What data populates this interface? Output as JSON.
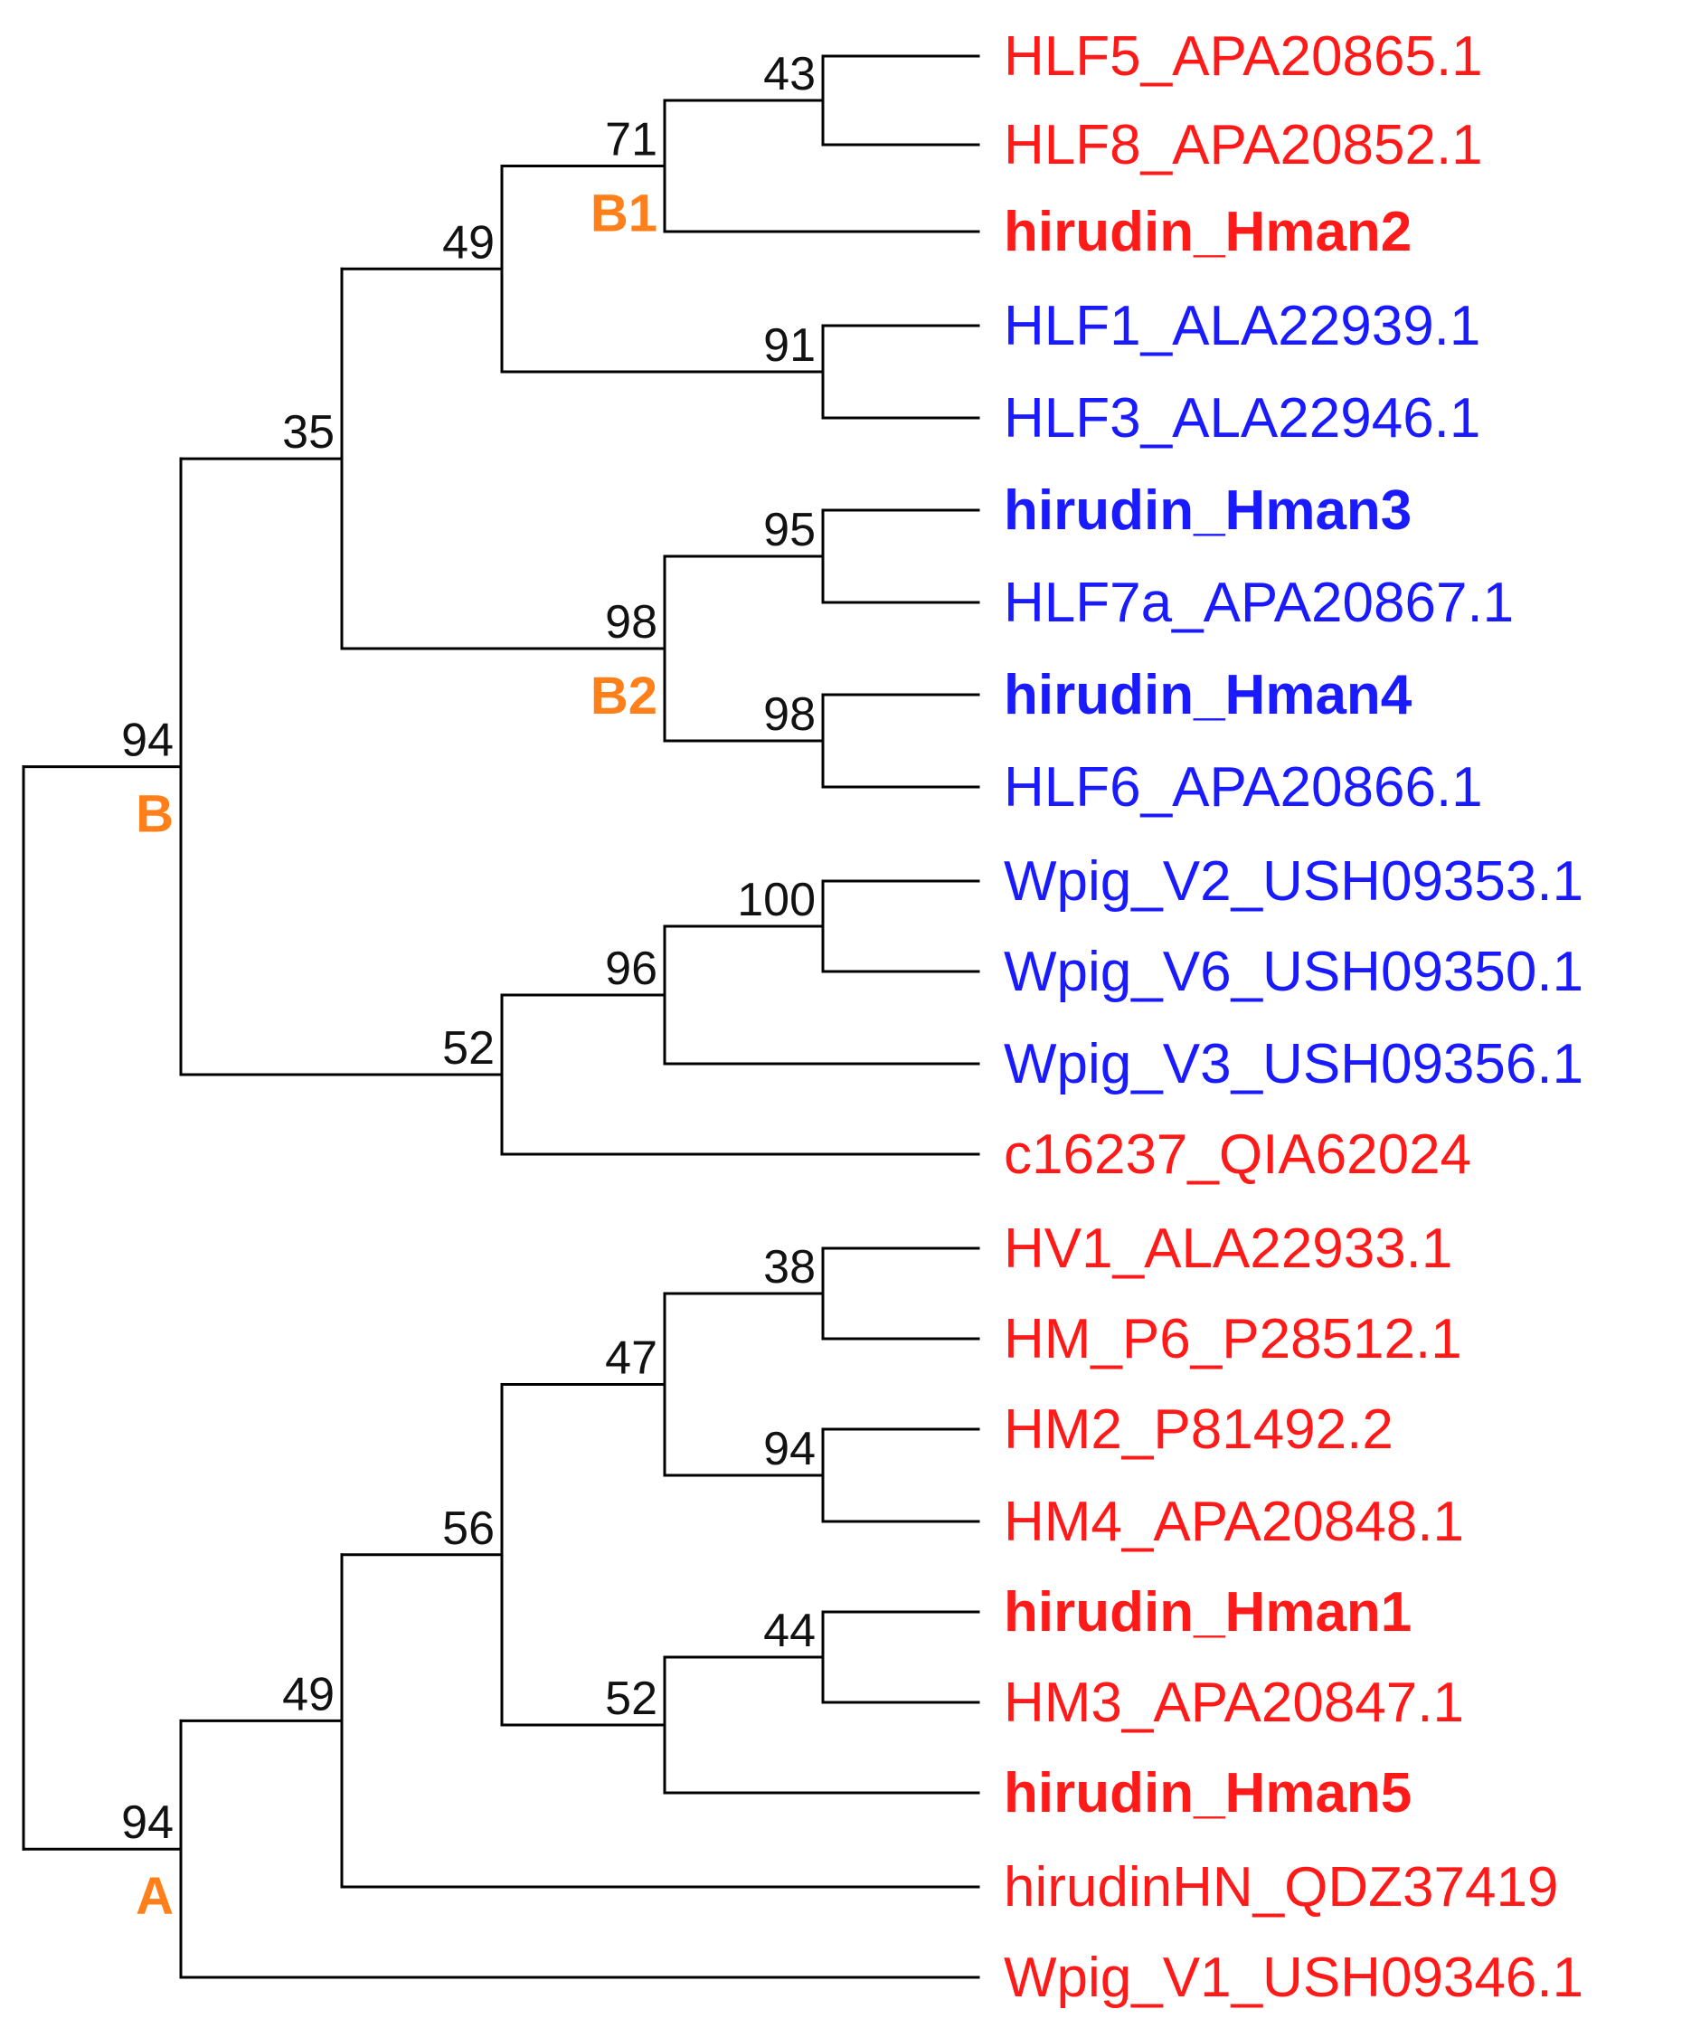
{
  "colors": {
    "red": "#ff1a1a",
    "blue": "#1a1aff",
    "orange": "#ff7f1a",
    "branch": "#000000"
  },
  "leaves": [
    {
      "label": "HLF5_APA20865.1",
      "color": "red",
      "bold": false
    },
    {
      "label": "HLF8_APA20852.1",
      "color": "red",
      "bold": false
    },
    {
      "label": "hirudin_Hman2",
      "color": "red",
      "bold": true
    },
    {
      "label": "HLF1_ALA22939.1",
      "color": "blue",
      "bold": false
    },
    {
      "label": "HLF3_ALA22946.1",
      "color": "blue",
      "bold": false
    },
    {
      "label": "hirudin_Hman3",
      "color": "blue",
      "bold": true
    },
    {
      "label": "HLF7a_APA20867.1",
      "color": "blue",
      "bold": false
    },
    {
      "label": "hirudin_Hman4",
      "color": "blue",
      "bold": true
    },
    {
      "label": "HLF6_APA20866.1",
      "color": "blue",
      "bold": false
    },
    {
      "label": "Wpig_V2_USH09353.1",
      "color": "blue",
      "bold": false
    },
    {
      "label": "Wpig_V6_USH09350.1",
      "color": "blue",
      "bold": false
    },
    {
      "label": "Wpig_V3_USH09356.1",
      "color": "blue",
      "bold": false
    },
    {
      "label": "c16237_QIA62024",
      "color": "red",
      "bold": false
    },
    {
      "label": "HV1_ALA22933.1",
      "color": "red",
      "bold": false
    },
    {
      "label": "HM_P6_P28512.1",
      "color": "red",
      "bold": false
    },
    {
      "label": "HM2_P81492.2",
      "color": "red",
      "bold": false
    },
    {
      "label": "HM4_APA20848.1",
      "color": "red",
      "bold": false
    },
    {
      "label": "hirudin_Hman1",
      "color": "red",
      "bold": true
    },
    {
      "label": "HM3_APA20847.1",
      "color": "red",
      "bold": false
    },
    {
      "label": "hirudin_Hman5",
      "color": "red",
      "bold": true
    },
    {
      "label": "hirudinHN_QDZ37419",
      "color": "red",
      "bold": false
    },
    {
      "label": "Wpig_V1_USH09346.1",
      "color": "red",
      "bold": false
    }
  ],
  "nodes": [
    {
      "id": "n43",
      "support": "43",
      "children": [
        0,
        1
      ]
    },
    {
      "id": "n71",
      "support": "71",
      "children": [
        "n43",
        2
      ]
    },
    {
      "id": "n91",
      "support": "91",
      "children": [
        3,
        4
      ]
    },
    {
      "id": "n49b",
      "support": "49",
      "children": [
        "n71",
        "n91"
      ]
    },
    {
      "id": "n95",
      "support": "95",
      "children": [
        5,
        6
      ]
    },
    {
      "id": "n98b",
      "support": "98",
      "children": [
        7,
        8
      ]
    },
    {
      "id": "n98a",
      "support": "98",
      "children": [
        "n95",
        "n98b"
      ]
    },
    {
      "id": "n35",
      "support": "35",
      "children": [
        "n49b",
        "n98a"
      ]
    },
    {
      "id": "n100",
      "support": "100",
      "children": [
        9,
        10
      ]
    },
    {
      "id": "n96",
      "support": "96",
      "children": [
        "n100",
        11
      ]
    },
    {
      "id": "n52b",
      "support": "52",
      "children": [
        "n96",
        12
      ]
    },
    {
      "id": "n94b",
      "support": "94",
      "children": [
        "n35",
        "n52b"
      ]
    },
    {
      "id": "n38",
      "support": "38",
      "children": [
        13,
        14
      ]
    },
    {
      "id": "n94c",
      "support": "94",
      "children": [
        15,
        16
      ]
    },
    {
      "id": "n47",
      "support": "47",
      "children": [
        "n38",
        "n94c"
      ]
    },
    {
      "id": "n44",
      "support": "44",
      "children": [
        17,
        18
      ]
    },
    {
      "id": "n52a",
      "support": "52",
      "children": [
        "n44",
        19
      ]
    },
    {
      "id": "n56",
      "support": "56",
      "children": [
        "n47",
        "n52a"
      ]
    },
    {
      "id": "n49a",
      "support": "49",
      "children": [
        "n56",
        20
      ]
    },
    {
      "id": "n94a",
      "support": "94",
      "children": [
        "n49a",
        21
      ]
    },
    {
      "id": "root",
      "support": "",
      "children": [
        "n94b",
        "n94a"
      ]
    }
  ],
  "clades": [
    {
      "label": "B1",
      "node": "n71"
    },
    {
      "label": "B2",
      "node": "n98a"
    },
    {
      "label": "B",
      "node": "n94b"
    },
    {
      "label": "A",
      "node": "n94a"
    }
  ]
}
